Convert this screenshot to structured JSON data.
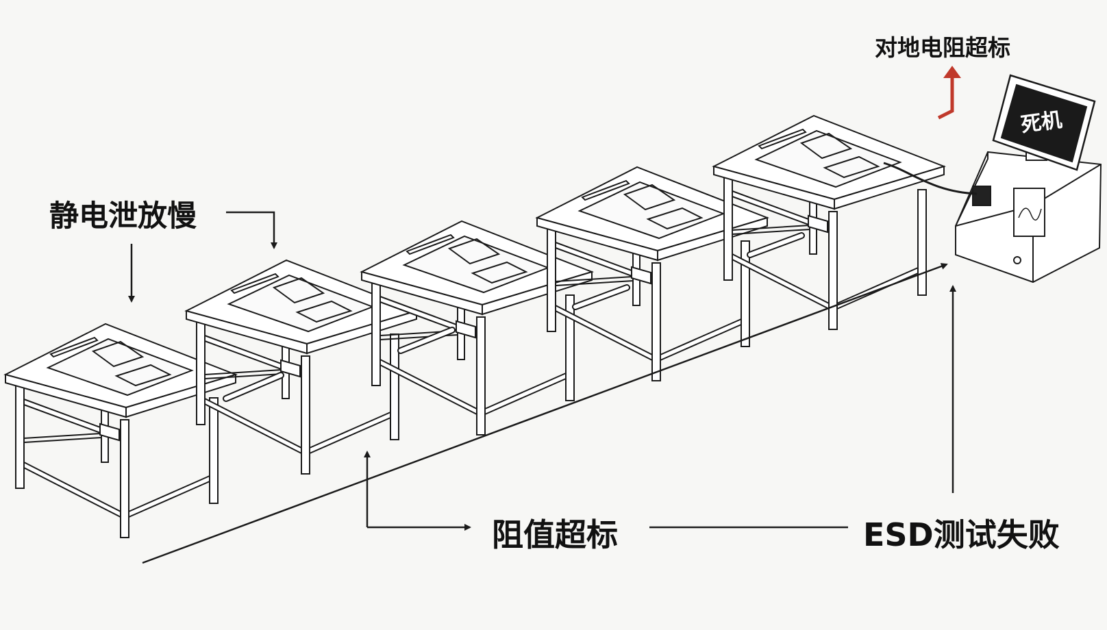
{
  "labels": {
    "static_slow": "静电泄放慢",
    "resistance_over": "阻值超标",
    "esd_fail": "ESD测试失败",
    "ground_over": "对地电阻超标",
    "screen_crash": "死机"
  },
  "colors": {
    "background": "#f7f7f5",
    "line": "#1a1a1a",
    "arrow_red": "#c0392b",
    "screen": "#1a1a1a"
  }
}
